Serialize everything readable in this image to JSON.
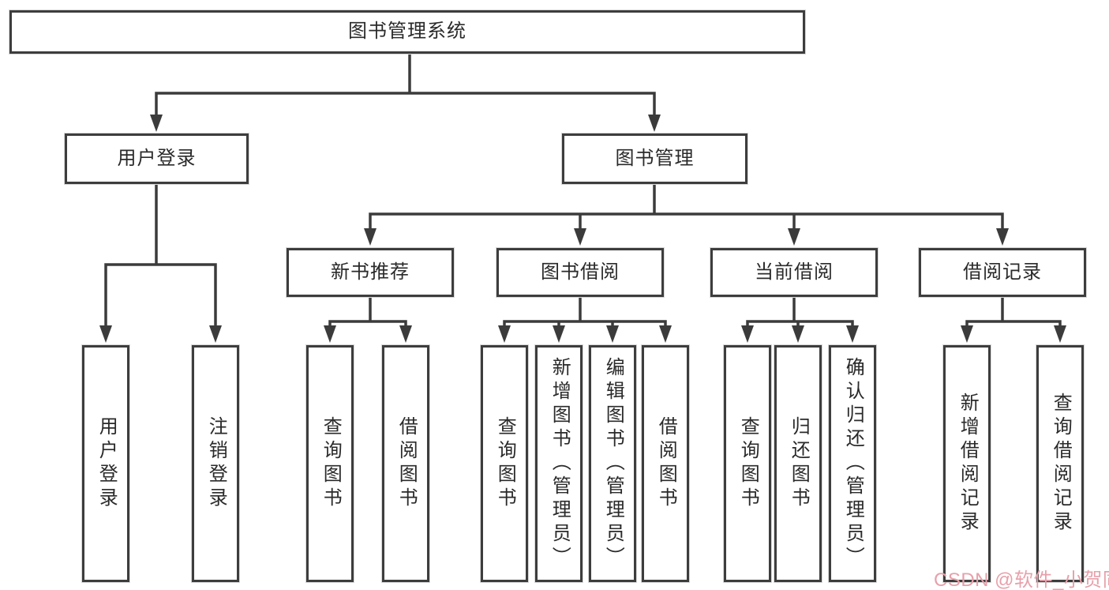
{
  "colors": {
    "line": "#3b3b3b",
    "box_border": "#3d3d3d",
    "box_fill": "#ffffff",
    "text": "#2a2a2a",
    "background": "#ffffff",
    "watermark": "#e7a0aa"
  },
  "watermark": {
    "text": "CSDN @软件_小贺同学"
  },
  "tree": {
    "root": {
      "label": "图书管理系统"
    },
    "branches": [
      {
        "label": "用户登录",
        "children": [
          {
            "label": "用户登录"
          },
          {
            "label": "注销登录"
          }
        ]
      },
      {
        "label": "图书管理",
        "children": [
          {
            "label": "新书推荐",
            "children": [
              {
                "label": "查询图书"
              },
              {
                "label": "借阅图书"
              }
            ]
          },
          {
            "label": "图书借阅",
            "children": [
              {
                "label": "查询图书"
              },
              {
                "label": "新增图书（管理员）"
              },
              {
                "label": "编辑图书（管理员）"
              },
              {
                "label": "借阅图书"
              }
            ]
          },
          {
            "label": "当前借阅",
            "children": [
              {
                "label": "查询图书"
              },
              {
                "label": "归还图书"
              },
              {
                "label": "确认归还（管理员）"
              }
            ]
          },
          {
            "label": "借阅记录",
            "children": [
              {
                "label": "新增借阅记录"
              },
              {
                "label": "查询借阅记录"
              }
            ]
          }
        ]
      }
    ]
  }
}
